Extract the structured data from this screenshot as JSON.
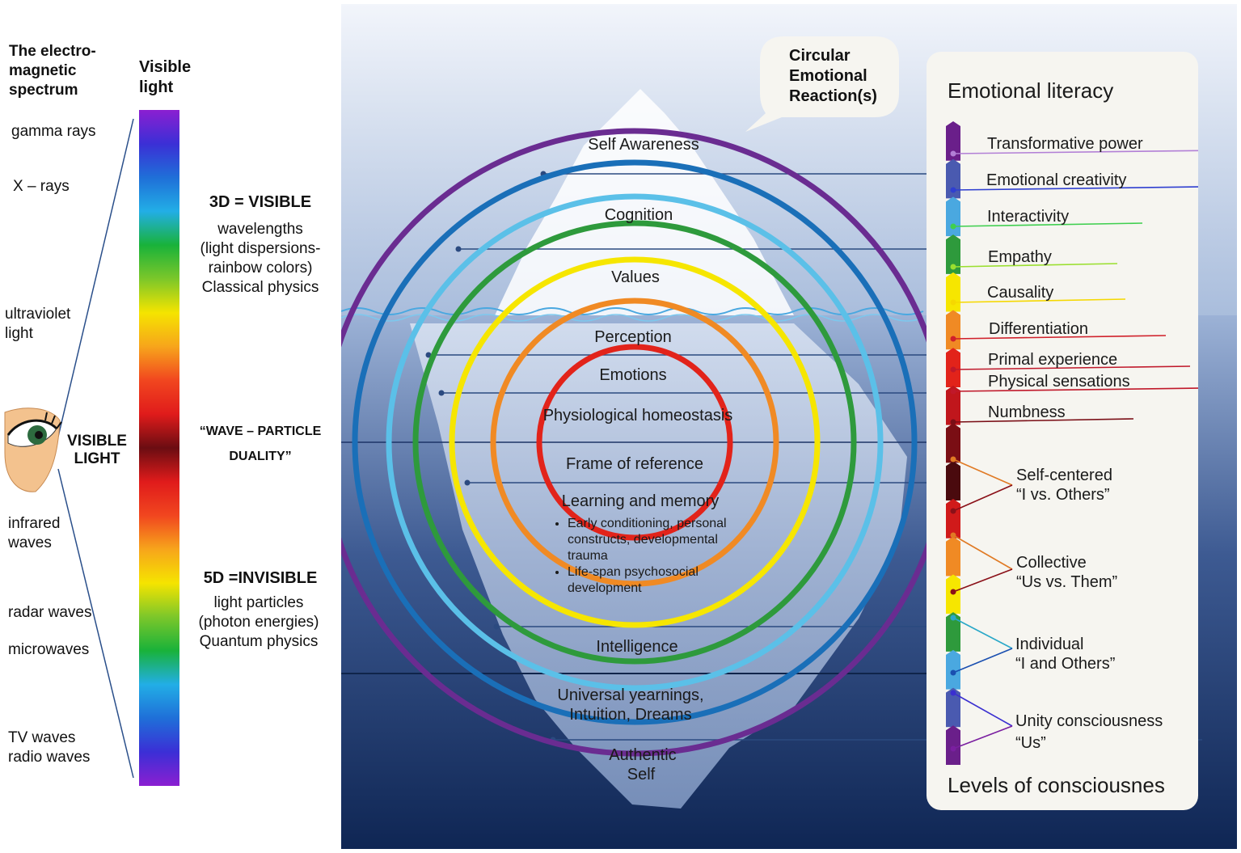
{
  "spectrum": {
    "title_lines": [
      "The electro-",
      "magnetic",
      "spectrum"
    ],
    "visible_light_title_lines": [
      "Visible",
      "light"
    ],
    "bands": {
      "gamma": "gamma rays",
      "xray": "X – rays",
      "uv_1": "ultraviolet",
      "uv_2": "light",
      "ir_1": "infrared",
      "ir_2": "waves",
      "radar": "radar waves",
      "microwave": "microwaves",
      "tv": "TV waves",
      "radio": "radio waves"
    },
    "eye_label_lines": [
      "VISIBLE",
      "LIGHT"
    ],
    "bar_colors": [
      "#8b1fd1",
      "#3b2fd6",
      "#1f6fd8",
      "#22aee6",
      "#19b23a",
      "#7cc72a",
      "#f5e400",
      "#f7a51b",
      "#f1461f",
      "#e01b1b",
      "#6b0d12",
      "#e01b1b",
      "#f1461f",
      "#f7a51b",
      "#f5e400",
      "#7cc72a",
      "#19b23a",
      "#22aee6",
      "#1f6fd8",
      "#3b2fd6",
      "#8b1fd1"
    ]
  },
  "physics": {
    "visible_title": "3D = VISIBLE",
    "visible_lines": [
      "wavelengths",
      "(light dispersions-",
      "rainbow colors)",
      "Classical physics"
    ],
    "duality_lines": [
      "“WAVE – PARTICLE",
      "DUALITY”"
    ],
    "invisible_title": "5D =INVISIBLE",
    "invisible_lines": [
      "light particles",
      "(photon energies)",
      "Quantum physics"
    ]
  },
  "bubble_lines": [
    "Circular",
    "Emotional",
    "Reaction(s)"
  ],
  "rings": {
    "self_awareness": "Self Awareness",
    "cognition": "Cognition",
    "values": "Values",
    "perception": "Perception",
    "emotions": "Emotions",
    "homeostasis": "Physiological homeostasis",
    "frame": "Frame of reference",
    "learning": "Learning and memory",
    "bullets": [
      "Early conditioning, personal constructs, developmental trauma",
      "Life-span psychosocial development"
    ],
    "intelligence": "Intelligence",
    "universal_lines": [
      "Universal yearnings,",
      "Intuition, Dreams"
    ],
    "authentic_lines": [
      "Authentic",
      "Self"
    ],
    "ring_colors": [
      "#6a2c91",
      "#1a6fb8",
      "#5bc0e8",
      "#2e9a3c",
      "#f6e600",
      "#f08a24",
      "#e2231a"
    ]
  },
  "literacy": {
    "title": "Emotional literacy",
    "items": [
      {
        "label": "Transformative power",
        "color": "#b27fd6"
      },
      {
        "label": "Emotional creativity",
        "color": "#2f3fd0"
      },
      {
        "label": "Interactivity",
        "color": "#3fcf4f"
      },
      {
        "label": "Empathy",
        "color": "#9adf2f"
      },
      {
        "label": "Causality",
        "color": "#f5d800"
      },
      {
        "label": "Differentiation",
        "color": "#d0202a"
      },
      {
        "label": "Primal experience",
        "color": "#c0182a"
      },
      {
        "label": "Physical sensations",
        "color": "#c0182a"
      },
      {
        "label": "Numbness",
        "color": "#7a0e16"
      }
    ],
    "levels": [
      {
        "lines": [
          "Self-centered",
          "“I vs. Others”"
        ]
      },
      {
        "lines": [
          "Collective",
          "“Us vs. Them”"
        ]
      },
      {
        "lines": [
          "Individual",
          "“I and  Others”"
        ]
      },
      {
        "lines": [
          "Unity consciousness",
          "“Us”"
        ]
      }
    ],
    "footer": "Levels of consciousnes",
    "column_colors": [
      "#6a1f8a",
      "#4a5ab0",
      "#4aa8e0",
      "#2e9a3c",
      "#f6e600",
      "#f08a24",
      "#e2231a",
      "#c0161c",
      "#7a0e14",
      "#4a0a0e",
      "#d01a1a",
      "#f08a24",
      "#f6e600",
      "#2e9a3c",
      "#4aa8e0",
      "#4a5ab0",
      "#6a1f8a"
    ]
  }
}
